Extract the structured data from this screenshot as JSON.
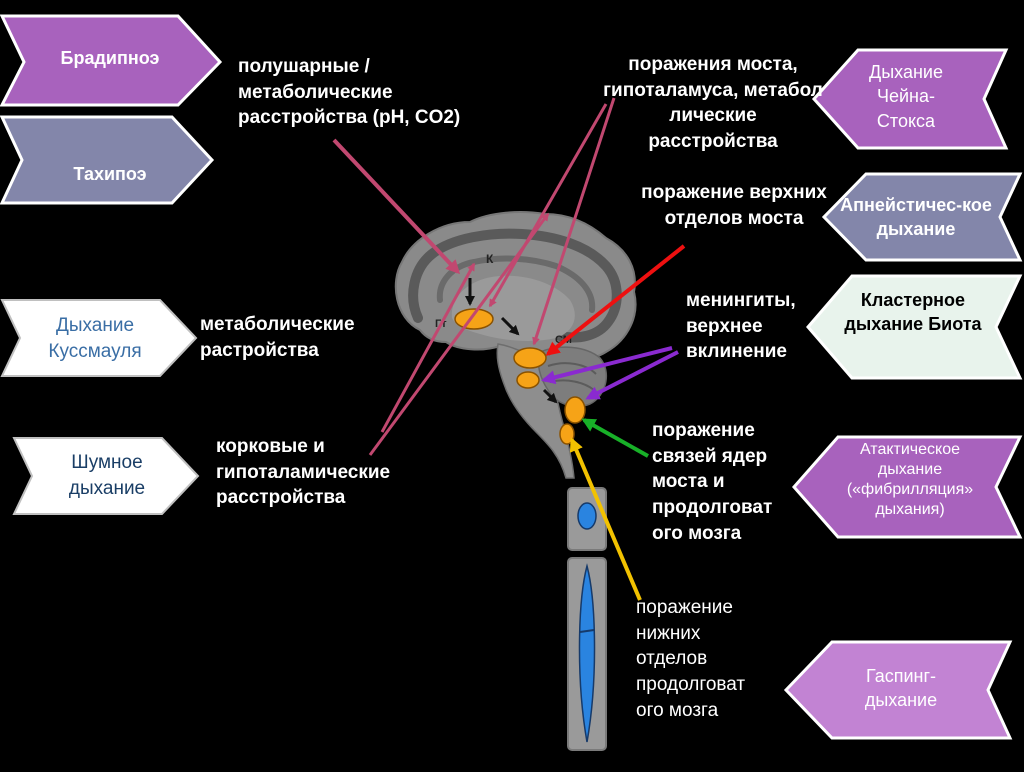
{
  "colors": {
    "background": "#000000",
    "violet": "#a862bd",
    "violet_light": "#c283d3",
    "slate": "#8386aa",
    "white": "#ffffff",
    "white_green": "#e8f3ec",
    "arrow_pink": "#c14870",
    "arrow_red": "#ee1010",
    "arrow_purple": "#8a2ad0",
    "arrow_green": "#18b028",
    "arrow_yellow": "#f2c200",
    "nucleus_orange": "#f6a317",
    "spine_blue": "#2a84e0"
  },
  "left_badges": {
    "bradypnea": "Брадипноэ",
    "tachypnea": "Тахипоэ",
    "kussmaul": "Дыхание Куссмауля",
    "noisy": "Шумное дыхание"
  },
  "right_badges": {
    "cheyne_stokes": "Дыхание Чейна-Стокса",
    "apneustic": "Апнейстичес-кое дыхание",
    "biot": "Кластерное дыхание Биота",
    "ataxic": "Атактическое дыхание («фибрилляция» дыхания)",
    "gasping": "Гаспинг-дыхание"
  },
  "causes": {
    "hemispheric": "полушарные / метаболические расстройства (pH, CO2)",
    "metabolic": "метаболические растройства",
    "cortical": "корковые и гипоталамические расстройства",
    "pons_hypothalamus": "поражения моста, гипоталамуса, метабол лические расстройства",
    "upper_pons": "поражение верхних отделов моста",
    "meningitis": "менингиты, верхнее вклинение",
    "pons_medulla": "поражение связей ядер моста и продолговат ого мозга",
    "lower_medulla": "поражение нижних отделов продолговат ого мозга"
  },
  "brain_labels": {
    "cortex": "К",
    "hypothalamus": "Гт",
    "midbrain": "СМ"
  }
}
